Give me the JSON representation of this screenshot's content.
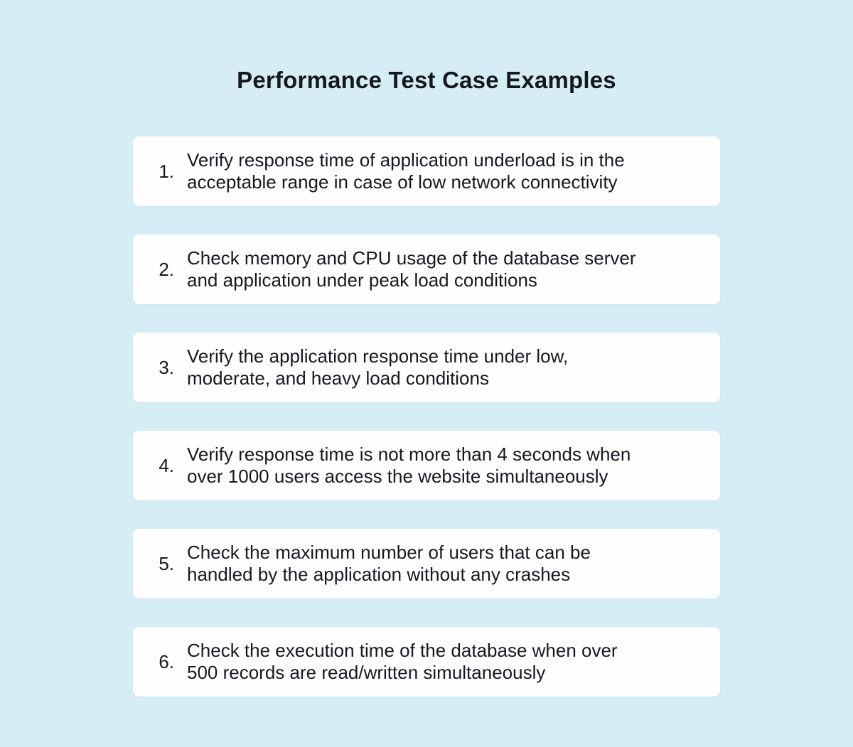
{
  "page": {
    "title": "Performance Test Case Examples",
    "background_color": "#d6edf6",
    "card_color": "#fefefe",
    "text_color": "#15191f"
  },
  "cards": [
    {
      "number": "1.",
      "text": "Verify response time of application underload is in the\nacceptable range in case of low network connectivity"
    },
    {
      "number": "2.",
      "text": "Check memory and CPU usage of the database server\nand application under peak load conditions"
    },
    {
      "number": "3.",
      "text": "Verify the application response time under low,\nmoderate, and heavy load conditions"
    },
    {
      "number": "4.",
      "text": "Verify response time is not more than 4 seconds when\nover 1000 users access the website simultaneously"
    },
    {
      "number": "5.",
      "text": "Check the maximum number of users that can be\nhandled by the application without any crashes"
    },
    {
      "number": "6.",
      "text": "Check the execution time of the database when over\n500 records are read/written simultaneously"
    }
  ]
}
